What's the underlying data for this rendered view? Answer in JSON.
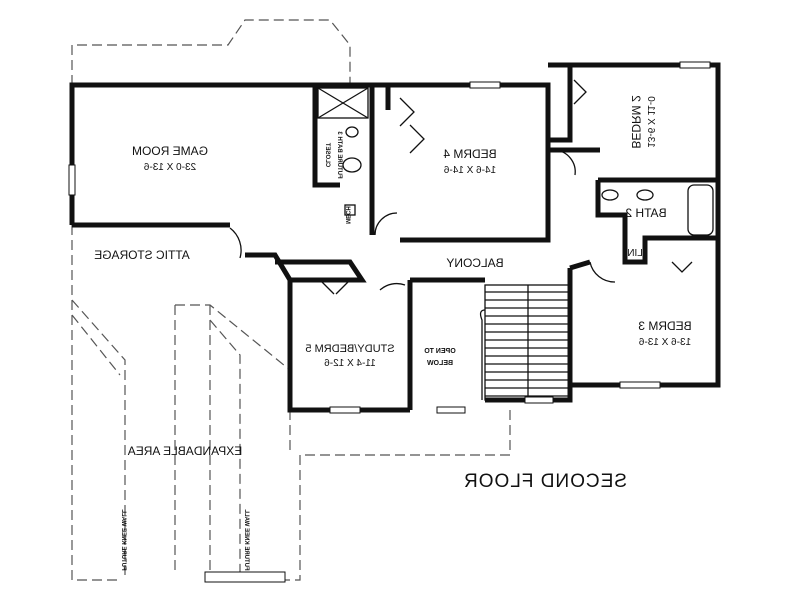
{
  "plan": {
    "title": "SECOND FLOOR",
    "rooms": {
      "game_room": {
        "name": "GAME ROOM",
        "dims": "23-0 X 13-6"
      },
      "bedrm4": {
        "name": "BEDRM 4",
        "dims": "14-6 X 14-6"
      },
      "bedrm2": {
        "name": "BEDRM 2",
        "dims": "13-6 X 11-0"
      },
      "bath2": {
        "name": "BATH 2"
      },
      "lin": {
        "name": "LIN"
      },
      "balcony": {
        "name": "BALCONY"
      },
      "attic": {
        "name": "ATTIC STORAGE"
      },
      "bedrm3": {
        "name": "BEDRM 3",
        "dims": "13-6 X 13-6"
      },
      "study": {
        "name": "STUDY/BEDRM 5",
        "dims": "11-4 X 12-6"
      },
      "open_to_below": {
        "line1": "OPEN TO",
        "line2": "BELOW"
      },
      "expandable": {
        "name": "EXPANDABLE AREA"
      },
      "future_bath": {
        "name": "FUTURE BATH 3"
      },
      "closet": {
        "name": "CLOSET"
      },
      "mech": {
        "name": "MECH"
      },
      "knee_wall_left": "FUTURE KNEE WALL",
      "knee_wall_right": "FUTURE KNEE WALL"
    }
  }
}
